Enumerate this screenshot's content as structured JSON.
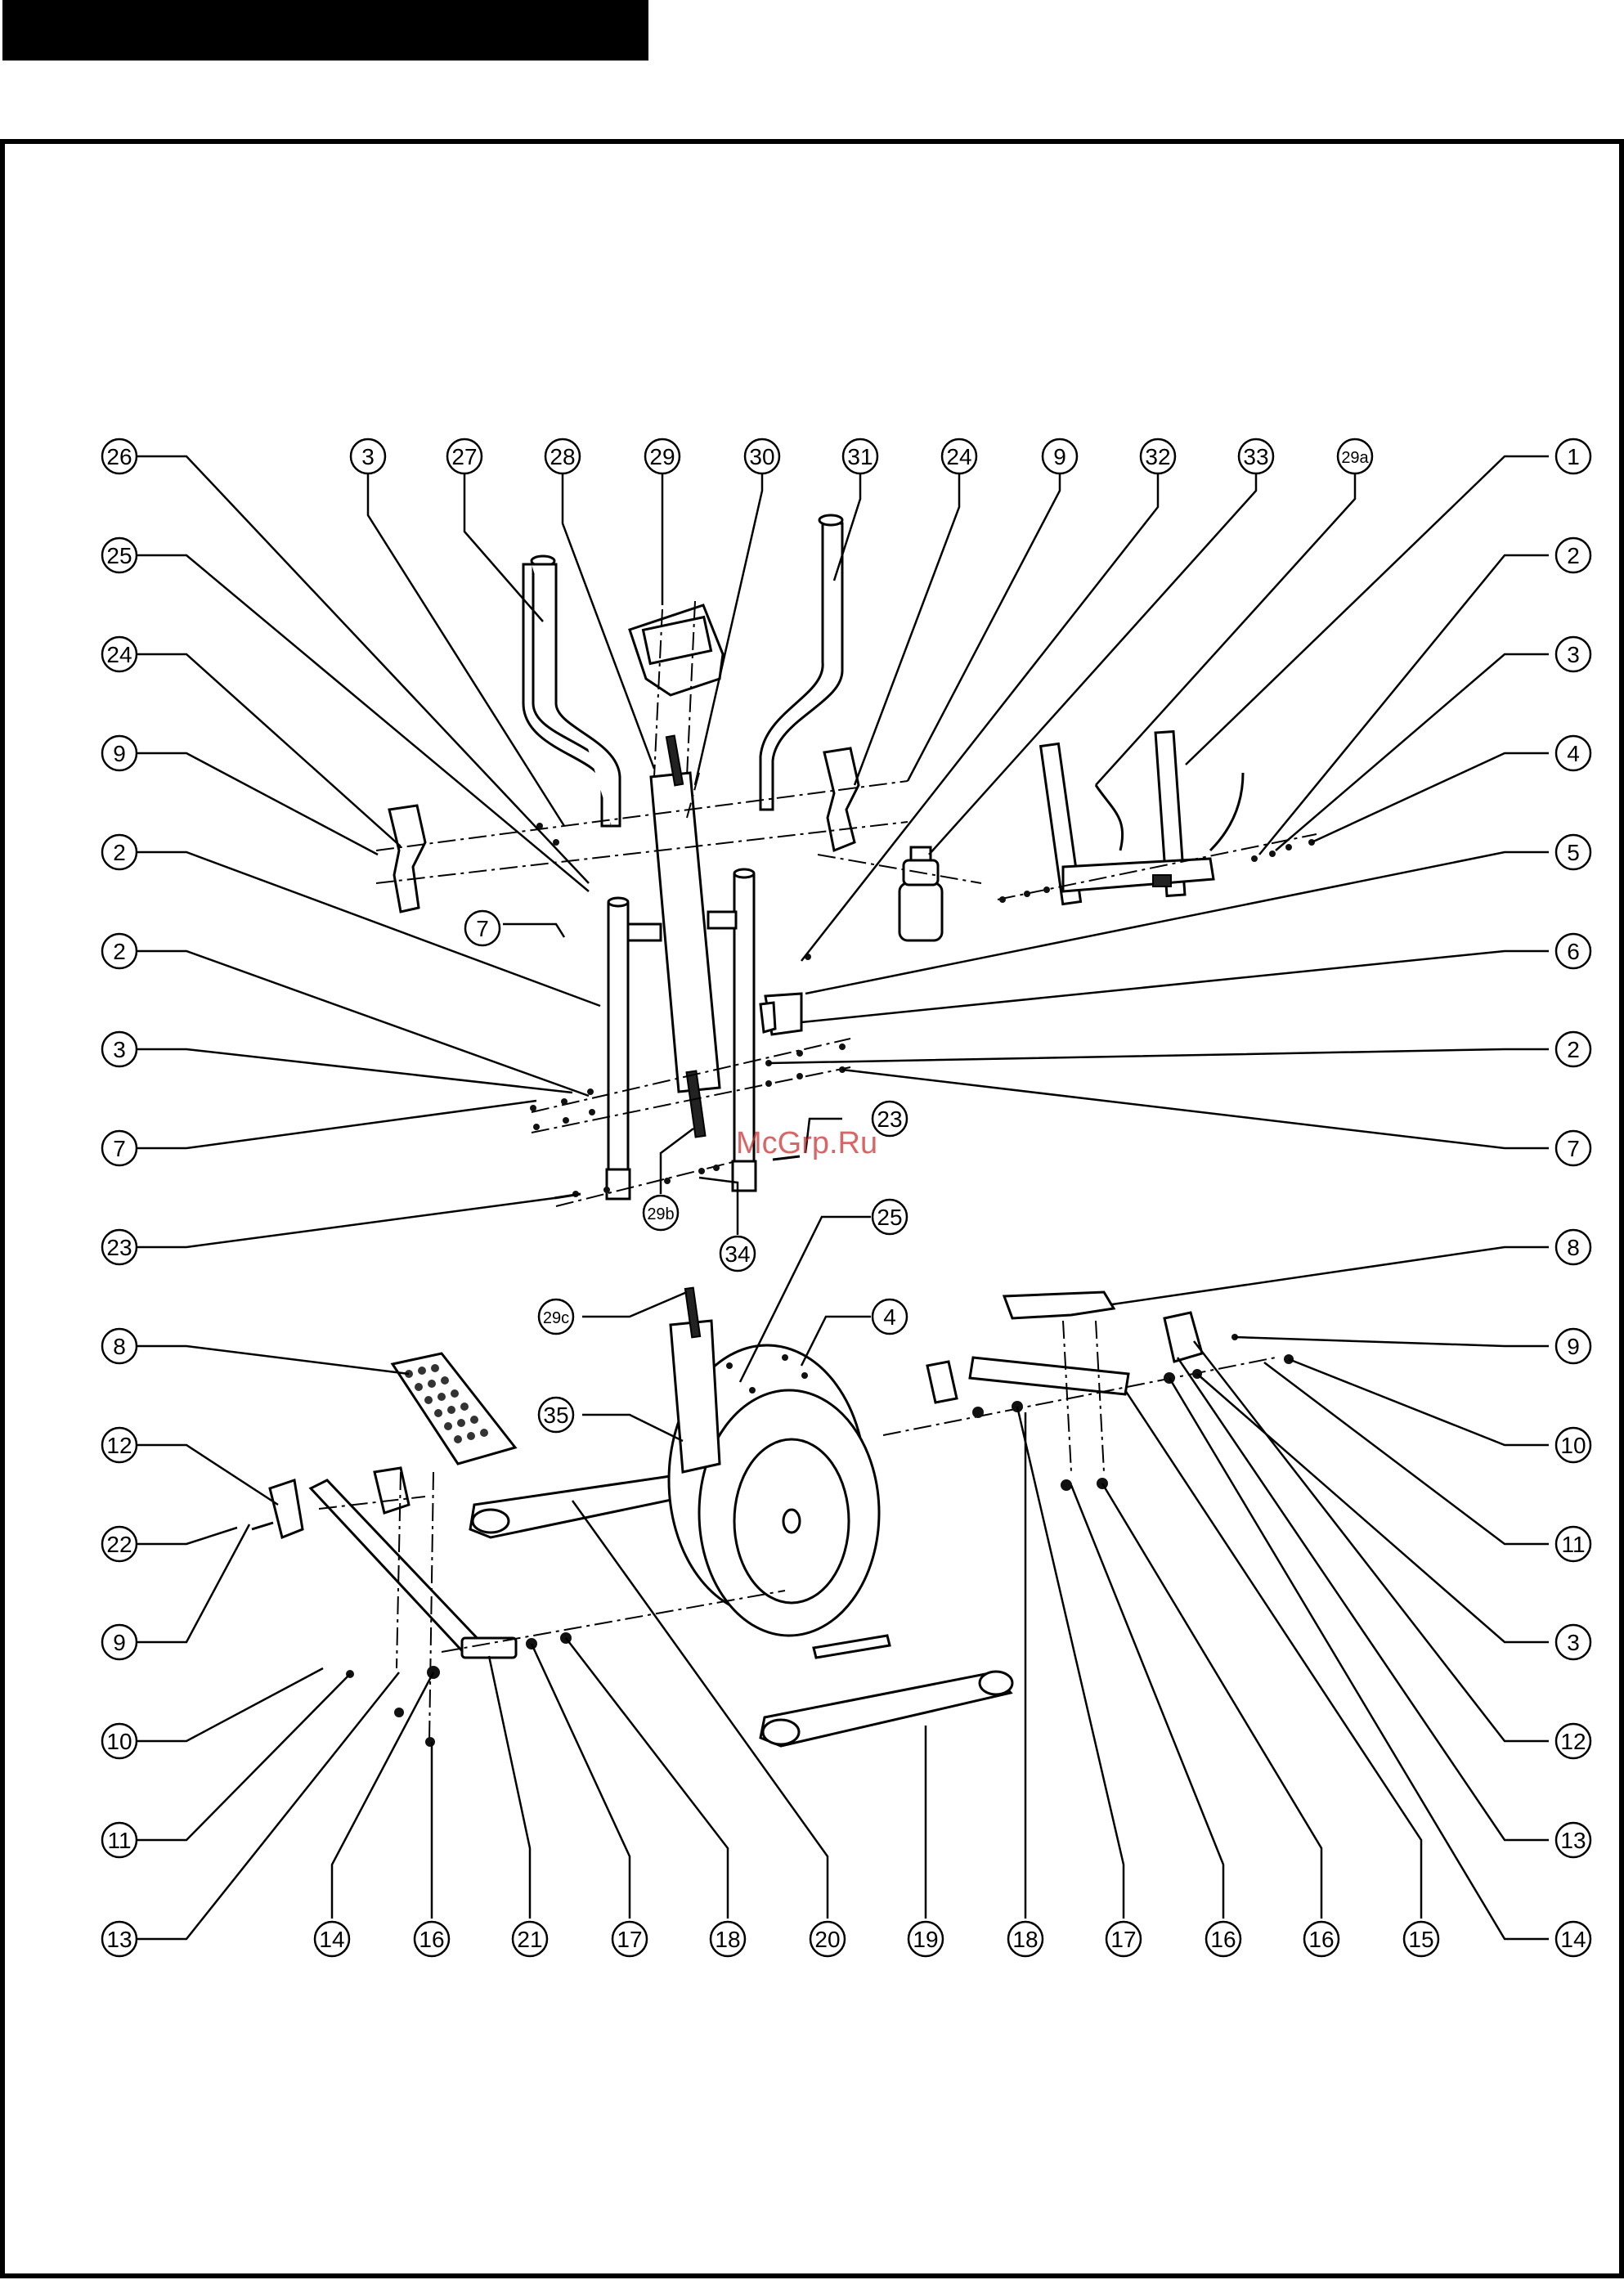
{
  "header": {
    "bar_color": "#000000"
  },
  "watermark": {
    "text": "McGrp.Ru",
    "color": "#cc3333"
  },
  "callouts": [
    {
      "label": "26"
    },
    {
      "label": "3"
    },
    {
      "label": "27"
    },
    {
      "label": "28"
    },
    {
      "label": "29"
    },
    {
      "label": "30"
    },
    {
      "label": "31"
    },
    {
      "label": "24"
    },
    {
      "label": "9"
    },
    {
      "label": "32"
    },
    {
      "label": "33"
    },
    {
      "label": "29a"
    },
    {
      "label": "1"
    },
    {
      "label": "25"
    },
    {
      "label": "24"
    },
    {
      "label": "9"
    },
    {
      "label": "2"
    },
    {
      "label": "2"
    },
    {
      "label": "3"
    },
    {
      "label": "7"
    },
    {
      "label": "23"
    },
    {
      "label": "2"
    },
    {
      "label": "3"
    },
    {
      "label": "4"
    },
    {
      "label": "5"
    },
    {
      "label": "6"
    },
    {
      "label": "2"
    },
    {
      "label": "7"
    },
    {
      "label": "7"
    },
    {
      "label": "23"
    },
    {
      "label": "29b"
    },
    {
      "label": "34"
    },
    {
      "label": "25"
    },
    {
      "label": "29c"
    },
    {
      "label": "4"
    },
    {
      "label": "35"
    },
    {
      "label": "8"
    },
    {
      "label": "12"
    },
    {
      "label": "22"
    },
    {
      "label": "9"
    },
    {
      "label": "10"
    },
    {
      "label": "11"
    },
    {
      "label": "13"
    },
    {
      "label": "8"
    },
    {
      "label": "9"
    },
    {
      "label": "10"
    },
    {
      "label": "11"
    },
    {
      "label": "3"
    },
    {
      "label": "12"
    },
    {
      "label": "13"
    },
    {
      "label": "14"
    },
    {
      "label": "14"
    },
    {
      "label": "16"
    },
    {
      "label": "21"
    },
    {
      "label": "17"
    },
    {
      "label": "18"
    },
    {
      "label": "20"
    },
    {
      "label": "19"
    },
    {
      "label": "18"
    },
    {
      "label": "17"
    },
    {
      "label": "16"
    },
    {
      "label": "16"
    },
    {
      "label": "15"
    }
  ]
}
